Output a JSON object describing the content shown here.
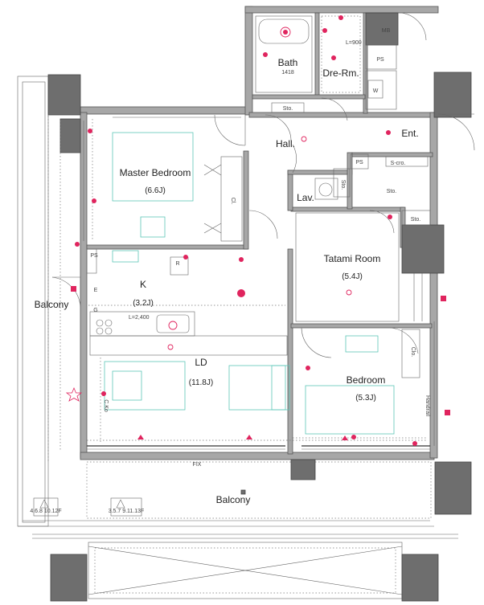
{
  "rooms": {
    "master_bedroom": {
      "name": "Master Bedroom",
      "size": "(6.6J)"
    },
    "k": {
      "name": "K",
      "size": "(3.2J)"
    },
    "ld": {
      "name": "LD",
      "size": "(11.8J)"
    },
    "tatami": {
      "name": "Tatami Room",
      "size": "(5.4J)"
    },
    "bedroom": {
      "name": "Bedroom",
      "size": "(5.3J)"
    },
    "bath": {
      "name": "Bath",
      "size": "1418"
    },
    "dre_rm": {
      "name": "Dre-Rm."
    },
    "hall": {
      "name": "Hall."
    },
    "lav": {
      "name": "Lav."
    },
    "ent": {
      "name": "Ent."
    }
  },
  "balconies": {
    "west": "Balcony",
    "south": "Balcony"
  },
  "storage": {
    "sto_top": "Sto.",
    "sto_mid": "Sto.",
    "sto_right": "Sto.",
    "sto_lav": "Sto.",
    "s_cro": "S-cro.",
    "mb": "MB",
    "ps_top": "PS",
    "ps_ent": "PS",
    "ps_left": "PS",
    "w": "W",
    "cl_master": "Cl.",
    "cl_bedroom": "Clo.",
    "r": "R"
  },
  "small_labels": {
    "l900": "L=900",
    "l2400": "L=2,400",
    "fix": "FIX",
    "handrail": "Handrail",
    "c_ko": "C.Ko",
    "ac_left": "4.6.8\n10.12F",
    "ac_mid": "3.5.7\n9.11.13F",
    "g": "G",
    "e": "E"
  }
}
